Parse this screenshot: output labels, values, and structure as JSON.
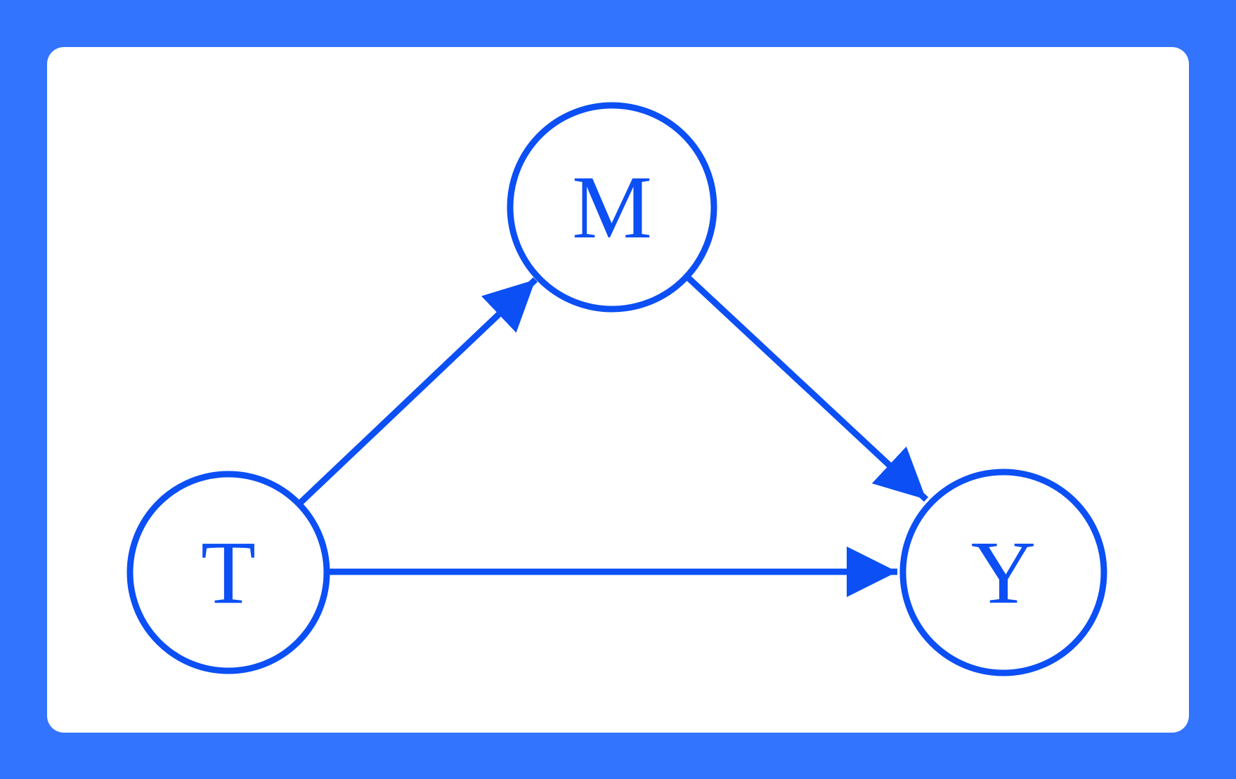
{
  "colors": {
    "background": "#3374ff",
    "card": "#ffffff",
    "node_stroke": "#0b4ff5",
    "edge": "#0b4ff5"
  },
  "nodes": [
    {
      "id": "T",
      "label": "T"
    },
    {
      "id": "M",
      "label": "M"
    },
    {
      "id": "Y",
      "label": "Y"
    }
  ],
  "edges": [
    {
      "from": "T",
      "to": "M"
    },
    {
      "from": "M",
      "to": "Y"
    },
    {
      "from": "T",
      "to": "Y"
    }
  ]
}
